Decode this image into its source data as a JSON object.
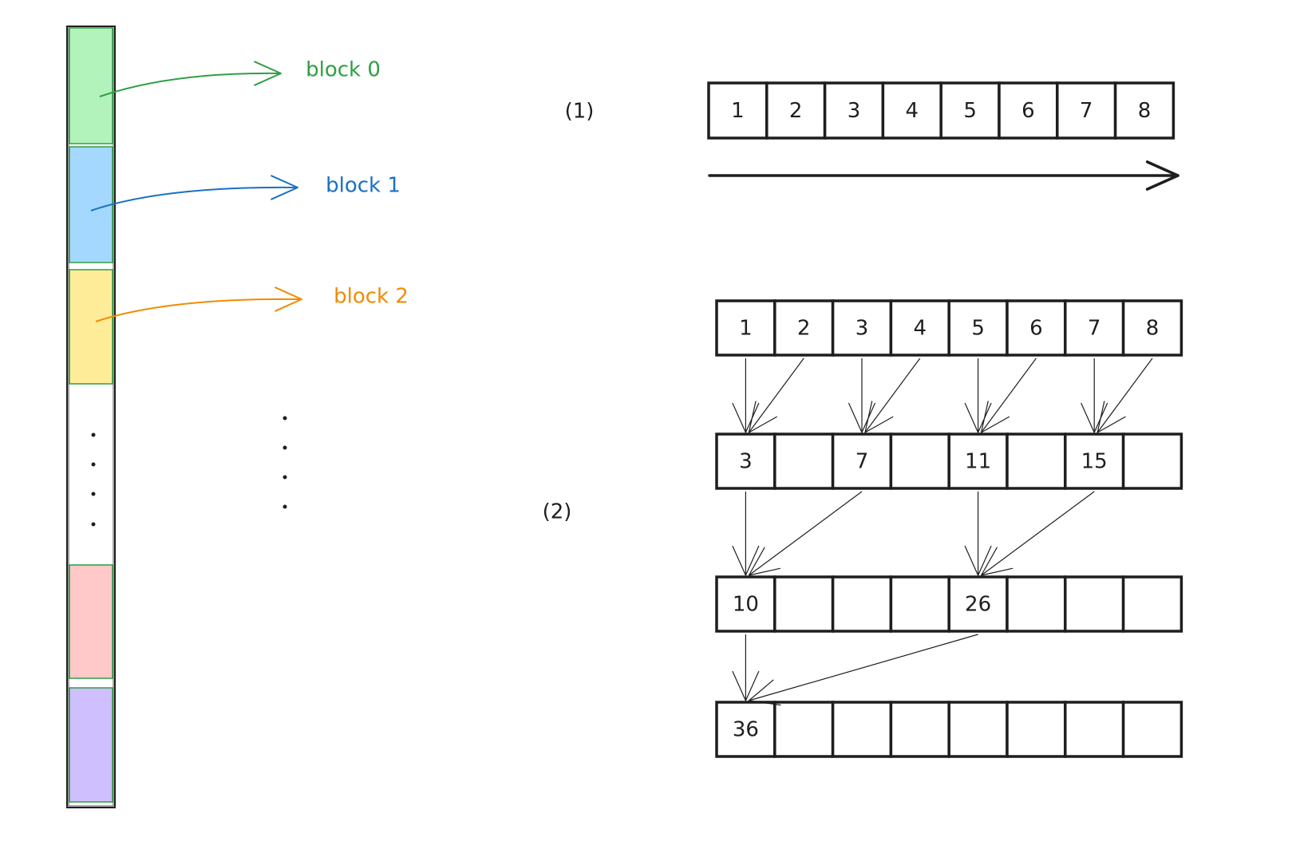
{
  "memory_column": {
    "blocks": [
      {
        "label": "block 0",
        "fill": "#b2f2bb",
        "text_color": "#2f9e44"
      },
      {
        "label": "block 1",
        "fill": "#a5d8ff",
        "text_color": "#1971c2"
      },
      {
        "label": "block 2",
        "fill": "#ffec99",
        "text_color": "#f08c00"
      },
      {
        "label": "",
        "fill": "#ffc9c9",
        "text_color": ""
      },
      {
        "label": "",
        "fill": "#d0bfff",
        "text_color": ""
      }
    ],
    "block_border_color": "#2f9e44",
    "ellipsis": "⋮"
  },
  "section1": {
    "label": "(1)",
    "cells": [
      "1",
      "2",
      "3",
      "4",
      "5",
      "6",
      "7",
      "8"
    ],
    "arrow": "sequential-scan-arrow"
  },
  "section2": {
    "label": "(2)",
    "rows": [
      [
        "1",
        "2",
        "3",
        "4",
        "5",
        "6",
        "7",
        "8"
      ],
      [
        "3",
        "",
        "7",
        "",
        "11",
        "",
        "15",
        ""
      ],
      [
        "10",
        "",
        "",
        "",
        "26",
        "",
        "",
        ""
      ],
      [
        "36",
        "",
        "",
        "",
        "",
        "",
        "",
        ""
      ]
    ],
    "edges": [
      {
        "from_row": 0,
        "from_col": 0,
        "to_row": 1,
        "to_col": 0
      },
      {
        "from_row": 0,
        "from_col": 1,
        "to_row": 1,
        "to_col": 0
      },
      {
        "from_row": 0,
        "from_col": 2,
        "to_row": 1,
        "to_col": 2
      },
      {
        "from_row": 0,
        "from_col": 3,
        "to_row": 1,
        "to_col": 2
      },
      {
        "from_row": 0,
        "from_col": 4,
        "to_row": 1,
        "to_col": 4
      },
      {
        "from_row": 0,
        "from_col": 5,
        "to_row": 1,
        "to_col": 4
      },
      {
        "from_row": 0,
        "from_col": 6,
        "to_row": 1,
        "to_col": 6
      },
      {
        "from_row": 0,
        "from_col": 7,
        "to_row": 1,
        "to_col": 6
      },
      {
        "from_row": 1,
        "from_col": 0,
        "to_row": 2,
        "to_col": 0
      },
      {
        "from_row": 1,
        "from_col": 2,
        "to_row": 2,
        "to_col": 0
      },
      {
        "from_row": 1,
        "from_col": 4,
        "to_row": 2,
        "to_col": 4
      },
      {
        "from_row": 1,
        "from_col": 6,
        "to_row": 2,
        "to_col": 4
      },
      {
        "from_row": 2,
        "from_col": 0,
        "to_row": 3,
        "to_col": 0
      },
      {
        "from_row": 2,
        "from_col": 4,
        "to_row": 3,
        "to_col": 0
      }
    ]
  },
  "colors": {
    "stroke": "#1e1e1e",
    "background": "#ffffff"
  }
}
